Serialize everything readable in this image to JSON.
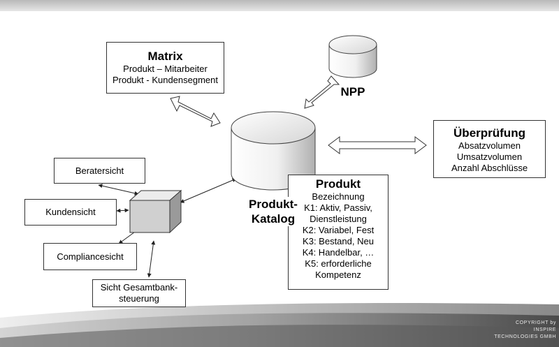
{
  "matrix": {
    "title": "Matrix",
    "lines": [
      "Produkt – Mitarbeiter",
      "Produkt - Kundensegment"
    ]
  },
  "npp": {
    "label": "NPP"
  },
  "ueberpruefung": {
    "title": "Überprüfung",
    "lines": [
      "Absatzvolumen",
      "Umsatzvolumen",
      "Anzahl Abschlüsse"
    ]
  },
  "katalog": {
    "label_line1": "Produkt-",
    "label_line2": "Katalog"
  },
  "produkt": {
    "title": "Produkt",
    "lines": [
      "Bezeichnung",
      "K1: Aktiv, Passiv,",
      "Dienstleistung",
      "K2: Variabel, Fest",
      "K3: Bestand, Neu",
      "K4: Handelbar, …",
      "K5: erforderliche",
      "Kompetenz"
    ]
  },
  "views": {
    "beratersicht": "Beratersicht",
    "kundensicht": "Kundensicht",
    "compliancesicht": "Compliancesicht",
    "gesamtbank": [
      "Sicht Gesamtbank-",
      "steuerung"
    ]
  },
  "copyright": [
    "COPYRIGHT by",
    "INSPIRE TECHNOLOGIES GMBH"
  ]
}
